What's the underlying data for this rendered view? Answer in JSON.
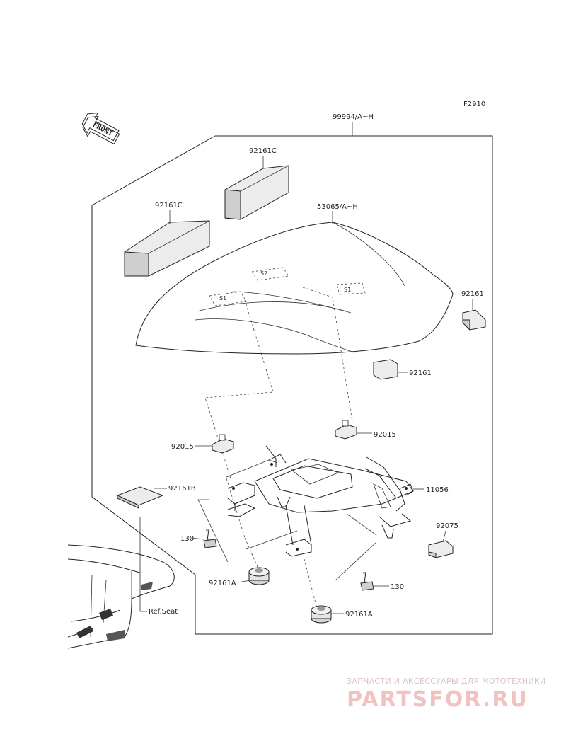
{
  "figure_code": "F2910",
  "front_indicator": "FRONT",
  "parts": {
    "assembly_99994": "99994/A~H",
    "cover_53065": "53065/A~H",
    "pad_92161C_top": "92161C",
    "pad_92161C_left": "92161C",
    "pad_92161_right": "92161",
    "pad_92161_mid": "92161",
    "clip_92015_left": "92015",
    "clip_92015_right": "92015",
    "bracket_11056": "11056",
    "pad_92161B": "92161B",
    "bolt_130_left": "130",
    "bolt_130_right": "130",
    "damper_92161A_left": "92161A",
    "damper_92161A_right": "92161A",
    "pad_92075": "92075",
    "ref_seat": "Ref.Seat"
  },
  "watermark": {
    "line1": "ЗАПЧАСТИ И АКСЕССУАРЫ ДЛЯ МОТОТЕХНИКИ",
    "line2": "PARTSFOR.RU"
  }
}
